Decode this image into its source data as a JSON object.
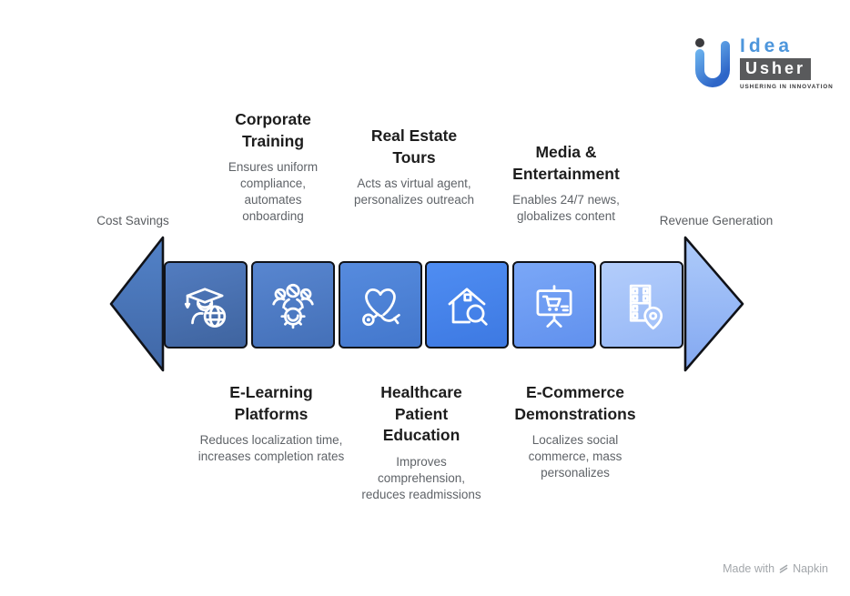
{
  "brand": {
    "name_top": "Idea",
    "name_bottom": "Usher",
    "tagline": "USHERING IN INNOVATION"
  },
  "axis": {
    "left": "Cost Savings",
    "right": "Revenue Generation"
  },
  "top_items": [
    {
      "title": "Corporate Training",
      "description": "Ensures uniform compliance, automates onboarding"
    },
    {
      "title": "Real Estate Tours",
      "description": "Acts as virtual agent, personalizes outreach"
    },
    {
      "title": "Media & Entertainment",
      "description": "Enables 24/7 news, globalizes content"
    }
  ],
  "bottom_items": [
    {
      "title": "E-Learning Platforms",
      "description": "Reduces localization time, increases completion rates"
    },
    {
      "title": "Healthcare Patient Education",
      "description": "Improves comprehension, reduces readmissions"
    },
    {
      "title": "E-Commerce Demonstrations",
      "description": "Localizes social commerce, mass personalizes"
    }
  ],
  "arrow": {
    "left_head_color": "#4A74BA",
    "right_head_color": "#9DBEF8",
    "segments": [
      {
        "icon": "graduate-globe-icon",
        "color": "#4571B4"
      },
      {
        "icon": "team-gear-icon",
        "color": "#4C7AC6"
      },
      {
        "icon": "heart-stethoscope-icon",
        "color": "#4C80D8"
      },
      {
        "icon": "house-search-icon",
        "color": "#4585EE"
      },
      {
        "icon": "presentation-cart-icon",
        "color": "#6C9DF4"
      },
      {
        "icon": "filmstrip-pin-icon",
        "color": "#A6C4FA"
      }
    ]
  },
  "footer": {
    "made_with": "Made with",
    "brand": "Napkin"
  }
}
